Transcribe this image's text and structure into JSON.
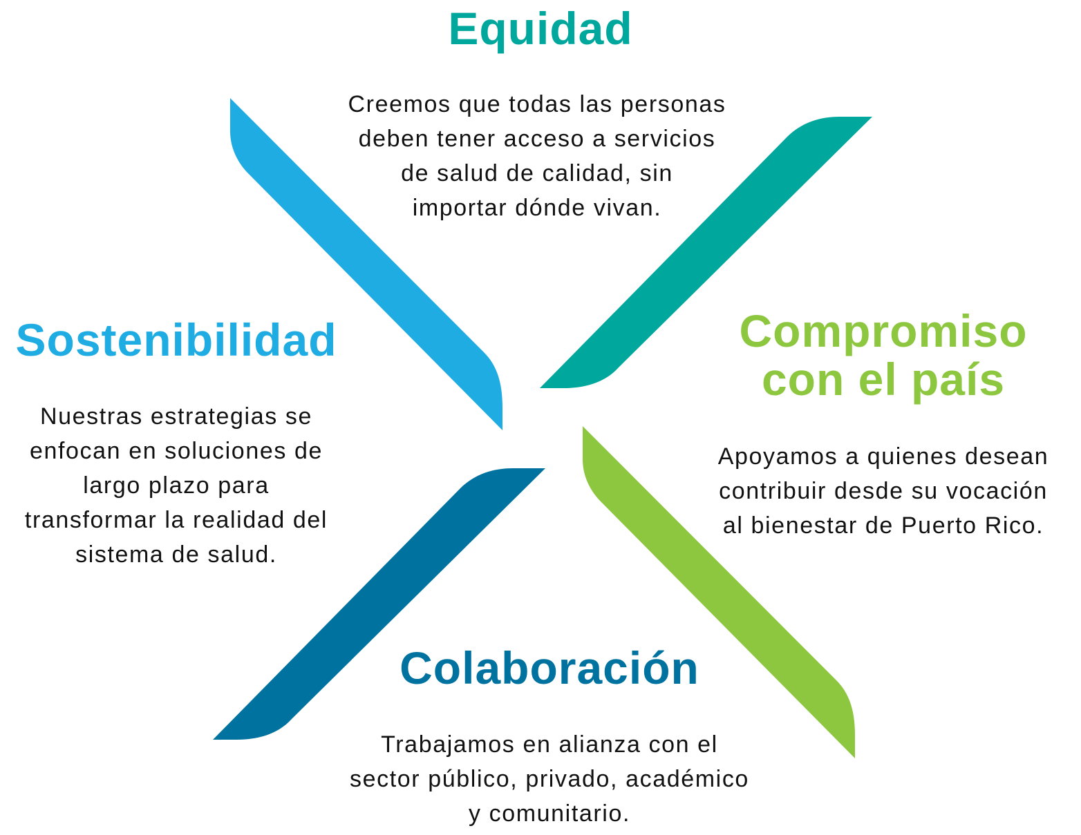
{
  "colors": {
    "equidad": "#00A79D",
    "sostenibilidad": "#1FACE3",
    "compromiso": "#8DC63F",
    "colaboracion": "#00729F",
    "body_text": "#111111"
  },
  "values": {
    "equidad": {
      "title": "Equidad",
      "lines": [
        "Creemos que todas las personas",
        "deben tener acceso a servicios",
        "de salud de calidad, sin",
        "importar dónde vivan."
      ]
    },
    "sostenibilidad": {
      "title": "Sostenibilidad",
      "lines": [
        "Nuestras estrategias se",
        "enfocan en soluciones de",
        "largo plazo para",
        "transformar la realidad del",
        "sistema de salud."
      ]
    },
    "compromiso": {
      "title_lines": [
        "Compromiso",
        "con el país"
      ],
      "lines": [
        "Apoyamos a quienes desean",
        "contribuir desde su vocación",
        "al bienestar de Puerto Rico."
      ]
    },
    "colaboracion": {
      "title": "Colaboración",
      "lines": [
        "Trabajamos en alianza con el",
        "sector público, privado, académico",
        "y comunitario."
      ]
    }
  }
}
